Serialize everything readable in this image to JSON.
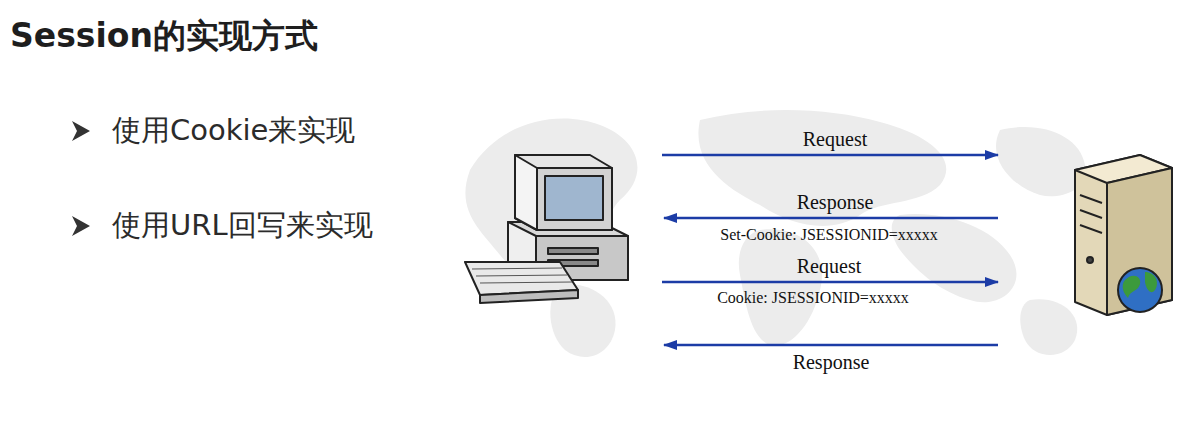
{
  "diagram": {
    "title": "Session的实现方式",
    "labels": [
      "使用Cookie来实现",
      "使用URL回写来实现",
      "Request",
      "Response",
      "Set-Cookie: JSESSIONID=xxxxx",
      "Request",
      "Cookie: JSESSIONID=xxxxx",
      "Response"
    ]
  }
}
